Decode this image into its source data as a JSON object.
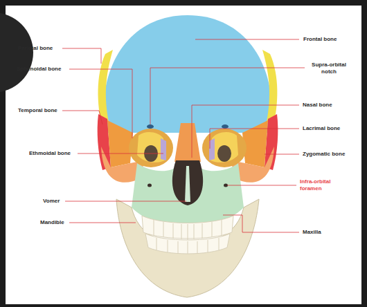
{
  "diagram": {
    "labels": [
      "Parietal bone",
      "Frontal bone",
      "Sphenoidal bone",
      "Supra-orbital notch",
      "Nasal bone",
      "Temporal bone",
      "Lacrimal bone",
      "Ethmoidal bone",
      "Zygomatic bone",
      "Infra-orbital foramen",
      "Vomer",
      "Mandible",
      "Maxilla"
    ]
  }
}
